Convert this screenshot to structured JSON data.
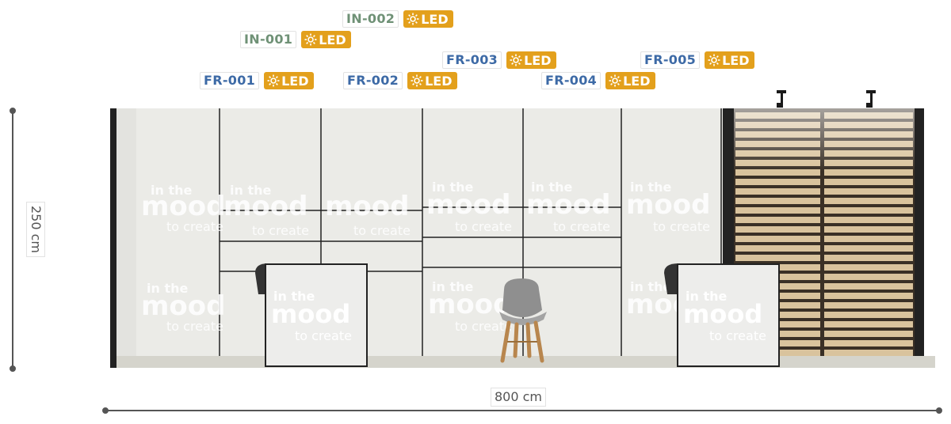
{
  "colors": {
    "front_tag": "#3d6aa6",
    "inner_tag": "#6f9176",
    "led_badge": "#e3a01c",
    "wall_panel": "#ebebe7",
    "slat_wood": "#d9c39d",
    "frame": "#222222",
    "floor": "#d5d4cc",
    "dimension_line": "#555555"
  },
  "dimensions": {
    "width_label": "800 cm",
    "height_label": "250 cm"
  },
  "wall_text": {
    "line1": "in the",
    "line2": "mood",
    "line3": "to create"
  },
  "fixtures": [
    {
      "code": "IN-002",
      "kind": "inner",
      "led": "LED"
    },
    {
      "code": "IN-001",
      "kind": "inner",
      "led": "LED"
    },
    {
      "code": "FR-003",
      "kind": "front",
      "led": "LED"
    },
    {
      "code": "FR-005",
      "kind": "front",
      "led": "LED"
    },
    {
      "code": "FR-001",
      "kind": "front",
      "led": "LED"
    },
    {
      "code": "FR-002",
      "kind": "front",
      "led": "LED"
    },
    {
      "code": "FR-004",
      "kind": "front",
      "led": "LED"
    }
  ],
  "icons": {
    "led": "sun-icon",
    "spotlight": "spotlight-icon"
  }
}
